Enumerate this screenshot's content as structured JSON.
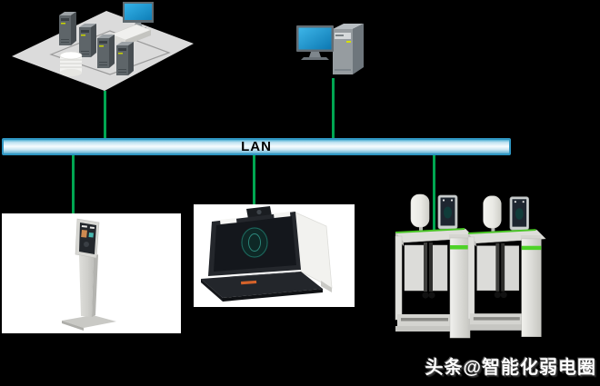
{
  "background": "#000000",
  "lan_bus": {
    "label": "LAN",
    "border_color": "#2F96C2",
    "fill_top": "#4FB0D4",
    "fill_mid": "#F6FCFE",
    "fill_bottom": "#4FA6CC"
  },
  "connectors": {
    "color": "#00A651",
    "count": 5
  },
  "nodes": {
    "server_cluster": {
      "icon": "server-rack-platform-icon"
    },
    "workstation_pc": {
      "icon": "desktop-computer-icon"
    },
    "kiosk": {
      "icon": "floor-standing-kiosk-icon"
    },
    "face_terminal": {
      "icon": "face-recognition-terminal-icon"
    },
    "turnstiles": {
      "icon": "speed-gate-turnstiles-icon",
      "gate_count": 2,
      "led_color": "#4ED228"
    }
  },
  "watermark": {
    "text": "头条@智能化弱电圈",
    "color": "#FFFFFF"
  }
}
